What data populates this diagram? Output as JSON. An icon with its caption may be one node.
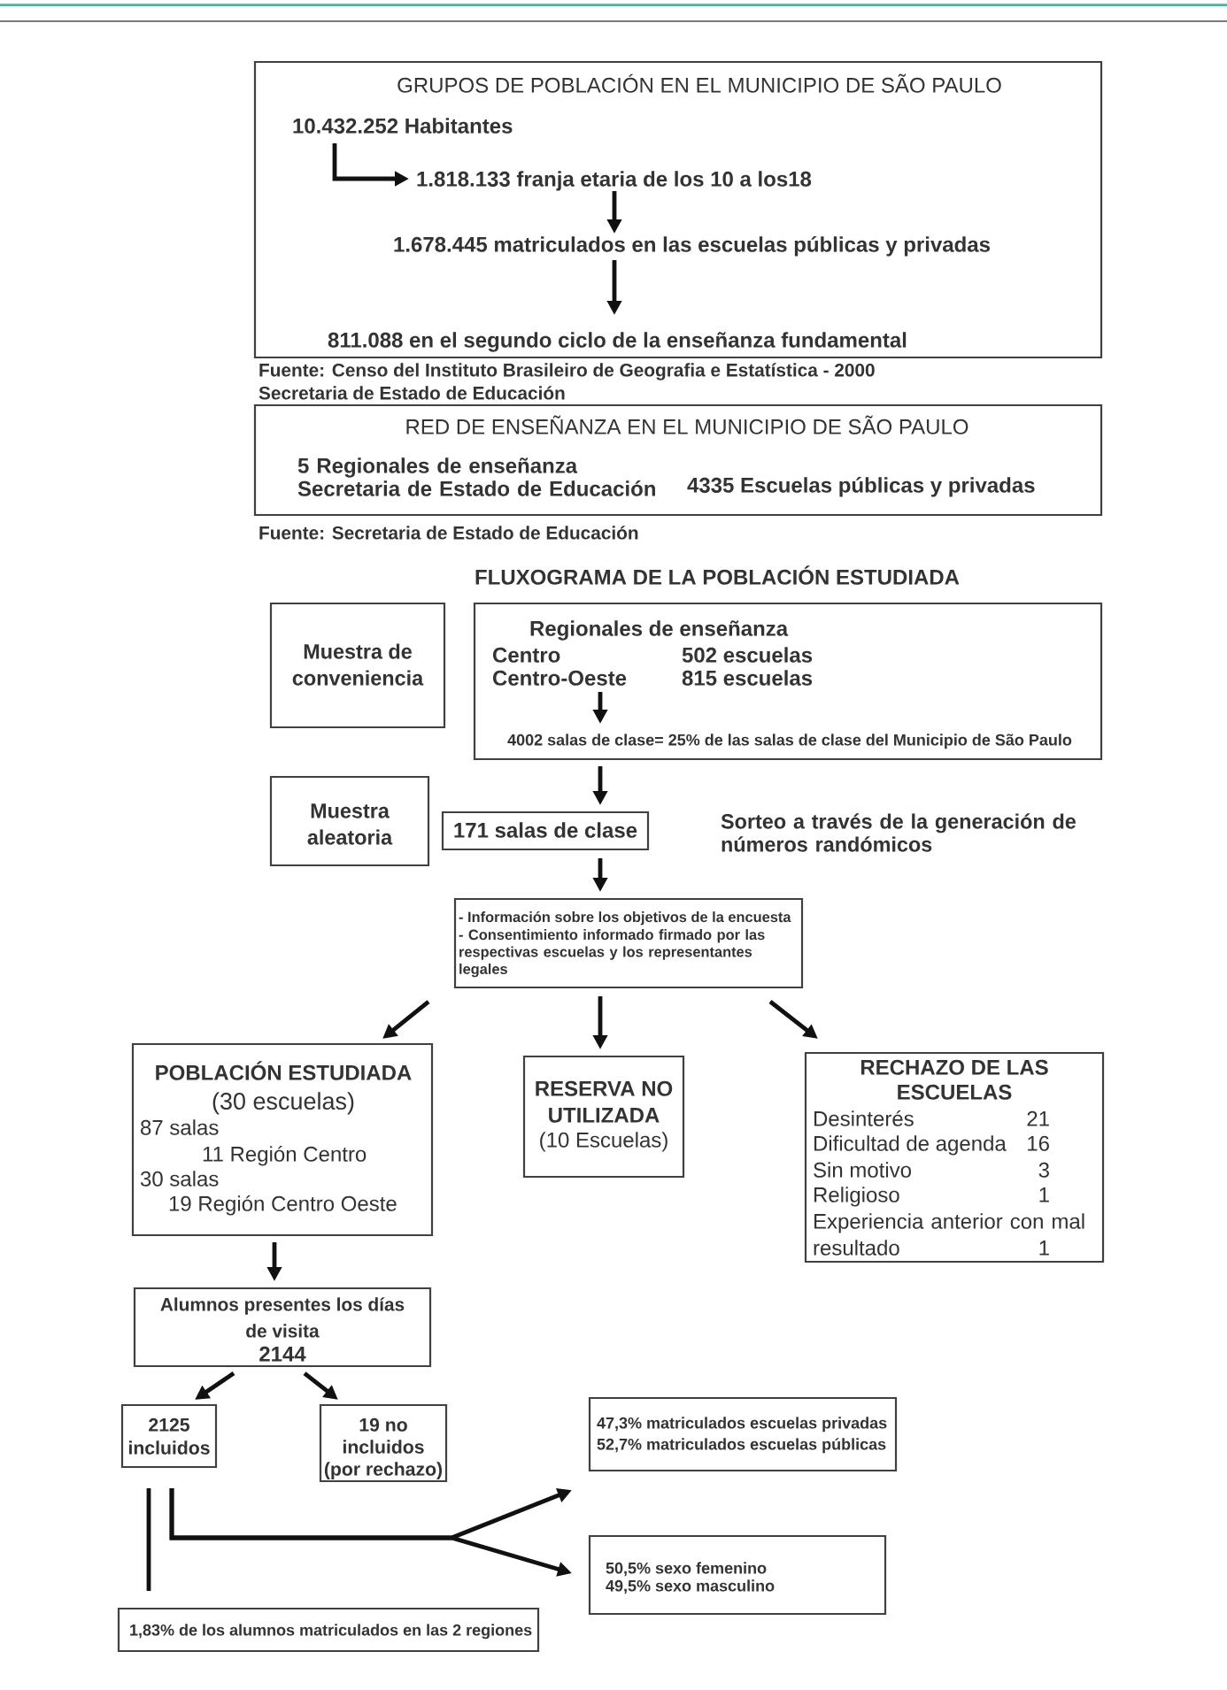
{
  "diagram": {
    "nodes": [
      {
        "text": [
          "GRUPOS DE POBLACIÓN EN EL MUNICIPIO DE SÃO PAULO"
        ],
        "beside": [
          "Fuente: Censo del Instituto Brasileiro de Geografia e Estatística - 2000",
          "Secretaria de Estado de Educación"
        ]
      },
      {
        "text": [
          "10.432.252 Habitantes"
        ],
        "in": 0
      },
      {
        "text": [
          "1.818.133 franja etaria de los 10 a los18"
        ],
        "in": 0
      },
      {
        "text": [
          "1.678.445 matriculados en las escuelas públicas y privadas"
        ],
        "in": 0
      },
      {
        "text": [
          "811.088 en el segundo ciclo de la enseñanza fundamental"
        ],
        "in": 0
      },
      {
        "text": [
          "RED DE ENSEÑANZA EN EL MUNICIPIO DE SÃO PAULO",
          "5 Regionales de enseñanza Secretaria de Estado de Educación",
          "4335 Escuelas públicas y privadas"
        ],
        "beside": [
          "Fuente: Secretaria de Estado de Educación"
        ]
      },
      {
        "text": [
          "Muestra de conveniencia"
        ]
      },
      {
        "text": [
          "Regionales de enseñanza"
        ]
      },
      {
        "text": [
          "Centro",
          "502 escuelas",
          "Centro-Oeste",
          "815 escuelas"
        ],
        "in": 7
      },
      {
        "text": [
          "4002 salas de clase= 25% de las salas de clase del Municipio de São Paulo"
        ],
        "in": 7
      },
      {
        "text": [
          "Muestra aleatoria"
        ]
      },
      {
        "text": [
          "171 salas de clase"
        ],
        "beside": [
          "Sorteo a través de la generación de números randómicos"
        ]
      },
      {
        "text": [
          "- Información sobre los objetivos de la encuesta",
          "- Consentimiento informado firmado por las respectivas escuelas y los representantes legales"
        ]
      },
      {
        "text": [
          "POBLACIÓN ESTUDIADA",
          "(30 escuelas)",
          "87 salas",
          "11 Región Centro",
          "30 salas",
          "19 Región Centro Oeste"
        ]
      },
      {
        "text": [
          "RESERVA NO UTILIZADA",
          "(10 Escuelas)"
        ]
      },
      {
        "text": [
          "RECHAZO DE LAS ESCUELAS",
          "Desinterés",
          "21",
          "Dificultad de agenda",
          "16",
          "Sin motivo",
          "3",
          "Religioso",
          "1",
          "Experiencia anterior con mal resultado",
          "1"
        ]
      },
      {
        "text": [
          "Alumnos presentes los días de visita",
          "2144"
        ]
      },
      {
        "text": [
          "2125 incluidos"
        ]
      },
      {
        "text": [
          "19 no incluidos (por rechazo)"
        ]
      },
      {
        "text": [
          "47,3% matriculados escuelas privadas",
          "52,7% matriculados escuelas públicas"
        ]
      },
      {
        "text": [
          "50,5% sexo femenino",
          "49,5% sexo masculino"
        ]
      },
      {
        "text": [
          "1,83% de los alumnos matriculados en las 2 regiones"
        ]
      }
    ],
    "edges": [
      {
        "from": 1,
        "to": 2,
        "arrow": "to"
      },
      {
        "from": 2,
        "to": 3,
        "arrow": "to"
      },
      {
        "from": 3,
        "to": 4,
        "arrow": "to"
      },
      {
        "from": 8,
        "to": 9,
        "arrow": "to"
      },
      {
        "from": 7,
        "to": 11,
        "arrow": "to"
      },
      {
        "from": 11,
        "to": 12,
        "arrow": "to"
      },
      {
        "from": 12,
        "to": 13,
        "arrow": "to"
      },
      {
        "from": 12,
        "to": 14,
        "arrow": "to"
      },
      {
        "from": 12,
        "to": 15,
        "arrow": "to"
      },
      {
        "from": 13,
        "to": 16,
        "arrow": "to"
      },
      {
        "from": 16,
        "to": 17,
        "arrow": "to"
      },
      {
        "from": 16,
        "to": 18,
        "arrow": "to"
      },
      {
        "from": 17,
        "to": 19,
        "arrow": "to"
      },
      {
        "from": 17,
        "to": 20,
        "arrow": "to"
      },
      {
        "from": 17,
        "to": 21,
        "arrow": "none"
      }
    ],
    "labels": [
      "FLUXOGRAMA DE LA POBLACIÓN ESTUDIADA"
    ]
  }
}
